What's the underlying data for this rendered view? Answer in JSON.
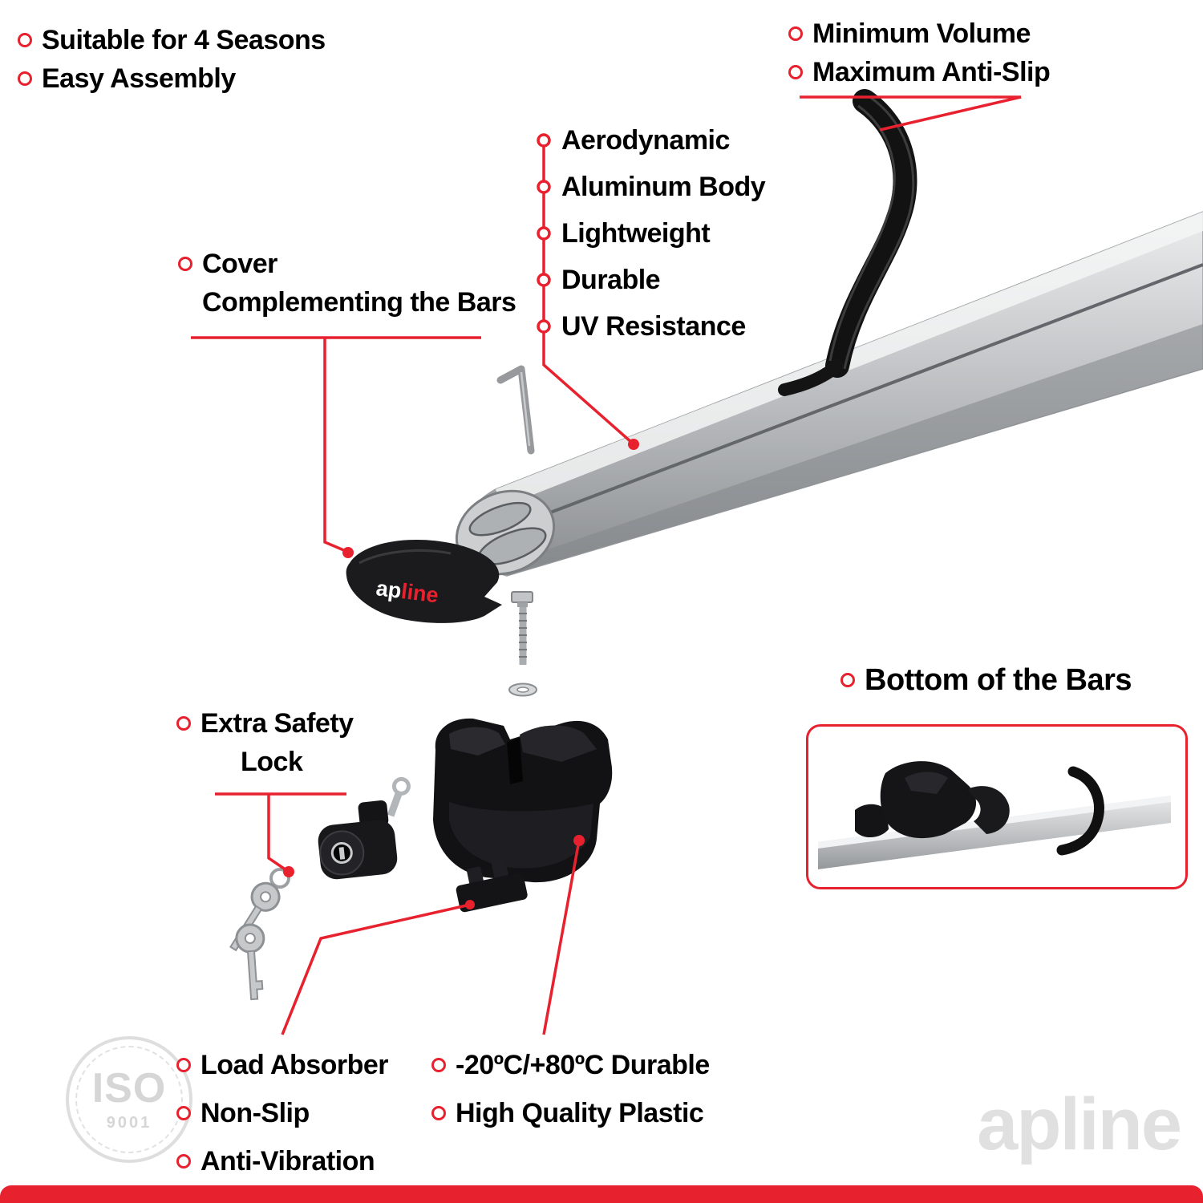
{
  "colors": {
    "accent": "#e8212e",
    "text": "#000000",
    "metal": "#c9cbcd",
    "plastic": "#17171a"
  },
  "labels": {
    "top_left": [
      "Suitable for 4 Seasons",
      "Easy Assembly"
    ],
    "top_right": [
      "Minimum Volume",
      "Maximum Anti-Slip"
    ],
    "bar_features": [
      "Aerodynamic",
      "Aluminum Body",
      "Lightweight",
      "Durable",
      "UV Resistance"
    ],
    "cover_line1": "Cover",
    "cover_line2": "Complementing the Bars",
    "lock_line1": "Extra Safety",
    "lock_line2": "Lock",
    "bottom_of_bars": "Bottom of the Bars",
    "bottom_left": [
      "Load Absorber",
      "Non-Slip",
      "Anti-Vibration"
    ],
    "bottom_mid": [
      "-20ºC/+80ºC Durable",
      "High Quality Plastic"
    ]
  },
  "logo": {
    "part1": "ap",
    "part2": "line"
  },
  "watermarks": {
    "iso_top": "ISO",
    "iso_bottom": "9001",
    "brand": "apline"
  }
}
